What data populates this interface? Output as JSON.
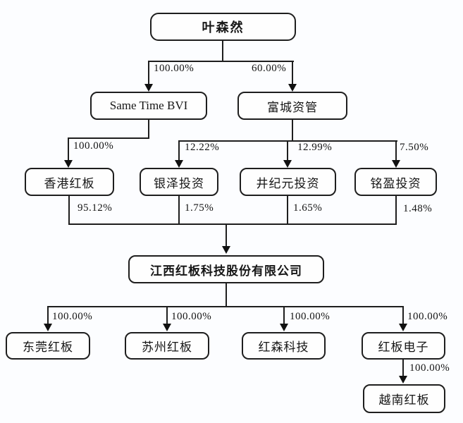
{
  "diagram": {
    "type": "equity-structure-tree",
    "nodes": {
      "ye_senran": {
        "label": "叶森然"
      },
      "same_time_bvi": {
        "label": "Same Time BVI"
      },
      "fucheng": {
        "label": "富城资管"
      },
      "hk_hongban": {
        "label": "香港红板"
      },
      "yinze": {
        "label": "银泽投资"
      },
      "jingjiyuan": {
        "label": "井纪元投资"
      },
      "mingying": {
        "label": "铭盈投资"
      },
      "jiangxi": {
        "label": "江西红板科技股份有限公司"
      },
      "dongguan": {
        "label": "东莞红板"
      },
      "suzhou": {
        "label": "苏州红板"
      },
      "hongsen": {
        "label": "红森科技"
      },
      "hongban_dianzi": {
        "label": "红板电子"
      },
      "vietnam": {
        "label": "越南红板"
      }
    },
    "edges": [
      {
        "from": "叶森然",
        "to": "Same Time BVI",
        "pct": "100.00%"
      },
      {
        "from": "叶森然",
        "to": "富城资管",
        "pct": "60.00%"
      },
      {
        "from": "Same Time BVI",
        "to": "香港红板",
        "pct": "100.00%"
      },
      {
        "from": "富城资管",
        "to": "银泽投资",
        "pct": "12.22%"
      },
      {
        "from": "富城资管",
        "to": "井纪元投资",
        "pct": "12.99%"
      },
      {
        "from": "富城资管",
        "to": "铭盈投资",
        "pct": "7.50%"
      },
      {
        "from": "香港红板",
        "to": "江西红板科技股份有限公司",
        "pct": "95.12%"
      },
      {
        "from": "银泽投资",
        "to": "江西红板科技股份有限公司",
        "pct": "1.75%"
      },
      {
        "from": "井纪元投资",
        "to": "江西红板科技股份有限公司",
        "pct": "1.65%"
      },
      {
        "from": "铭盈投资",
        "to": "江西红板科技股份有限公司",
        "pct": "1.48%"
      },
      {
        "from": "江西红板科技股份有限公司",
        "to": "东莞红板",
        "pct": "100.00%"
      },
      {
        "from": "江西红板科技股份有限公司",
        "to": "苏州红板",
        "pct": "100.00%"
      },
      {
        "from": "江西红板科技股份有限公司",
        "to": "红森科技",
        "pct": "100.00%"
      },
      {
        "from": "江西红板科技股份有限公司",
        "to": "红板电子",
        "pct": "100.00%"
      },
      {
        "from": "红板电子",
        "to": "越南红板",
        "pct": "100.00%"
      }
    ],
    "colors": {
      "line": "#1e1e1e",
      "box_border": "#1e1e1e",
      "box_fill": "#fefefe",
      "background": "#fcfdff"
    }
  }
}
